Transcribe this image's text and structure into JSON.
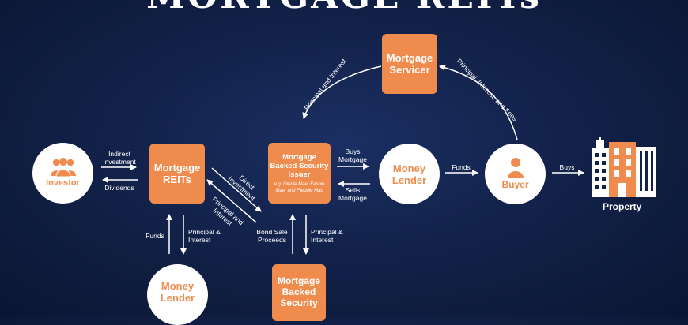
{
  "title": "MORTGAGE REITs",
  "colors": {
    "accent": "#ef8c4d",
    "background": "#12224a",
    "node_fill": "#ffffff"
  },
  "nodes": {
    "investor": {
      "label": "Investor",
      "icon": "group-people-icon"
    },
    "mortgage_reits": {
      "label": "Mortgage REITs"
    },
    "mbs_issuer": {
      "label": "Mortgage Backed Security Issuer",
      "note": "e.g. Ginnie Mae, Fannie Mae, and Freddie Mac"
    },
    "mortgage_servicer": {
      "label": "Mortgage Servicer"
    },
    "money_lender_right": {
      "label": "Money Lender"
    },
    "buyer": {
      "label": "Buyer",
      "icon": "person-icon"
    },
    "property": {
      "label": "Property",
      "icon": "buildings-icon"
    },
    "money_lender_bottom": {
      "label": "Money Lender"
    },
    "mbs": {
      "label": "Mortgage Backed Security"
    }
  },
  "edges": {
    "indirect_investment": "Indirect Investment",
    "dividends": "Dividends",
    "direct_investment": "Direct Investment",
    "principal_interest_diag": "Principal and Interest",
    "buys_mortgage": "Buys Mortgage",
    "sells_mortgage": "Sells Mortgage",
    "funds_lender_buyer": "Funds",
    "buys_property": "Buys",
    "principal_interest_arc": "Principal and Interest",
    "principal_interest_fees": "Principal, Interest, and Fees",
    "funds_bottom": "Funds",
    "principal_interest_left": "Principal & Interest",
    "bond_sale_proceeds": "Bond Sale Proceeds",
    "principal_interest_right": "Principal & Interest"
  }
}
